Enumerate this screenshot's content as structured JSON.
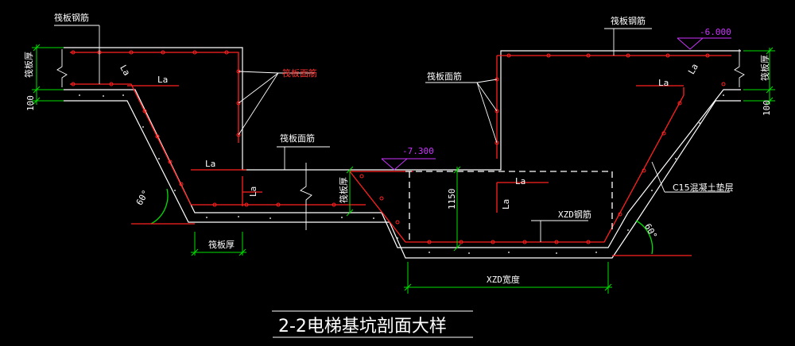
{
  "labels": {
    "raft_rebar": "筏板钢筋",
    "raft_top_bar": "筏板面筋",
    "raft_thickness": "筏板厚",
    "la": "La",
    "elev_left": "-7.300",
    "elev_right": "-6.000",
    "dim_100": "100",
    "dim_1150": "1150",
    "xzd_rebar": "XZD钢筋",
    "xzd_width": "XZD宽度",
    "c15_layer": "C15混凝土垫层",
    "angle_60": "60°",
    "title": "2-2电梯基坑剖面大样"
  },
  "colors": {
    "background": "#000000",
    "concrete": "#ffffff",
    "rebar": "#ff2020",
    "dimension": "#00e000",
    "text": "#ffffff",
    "elevation_marker": "#cc33ff",
    "red_label": "#ff3030",
    "title": "#ffffff"
  }
}
